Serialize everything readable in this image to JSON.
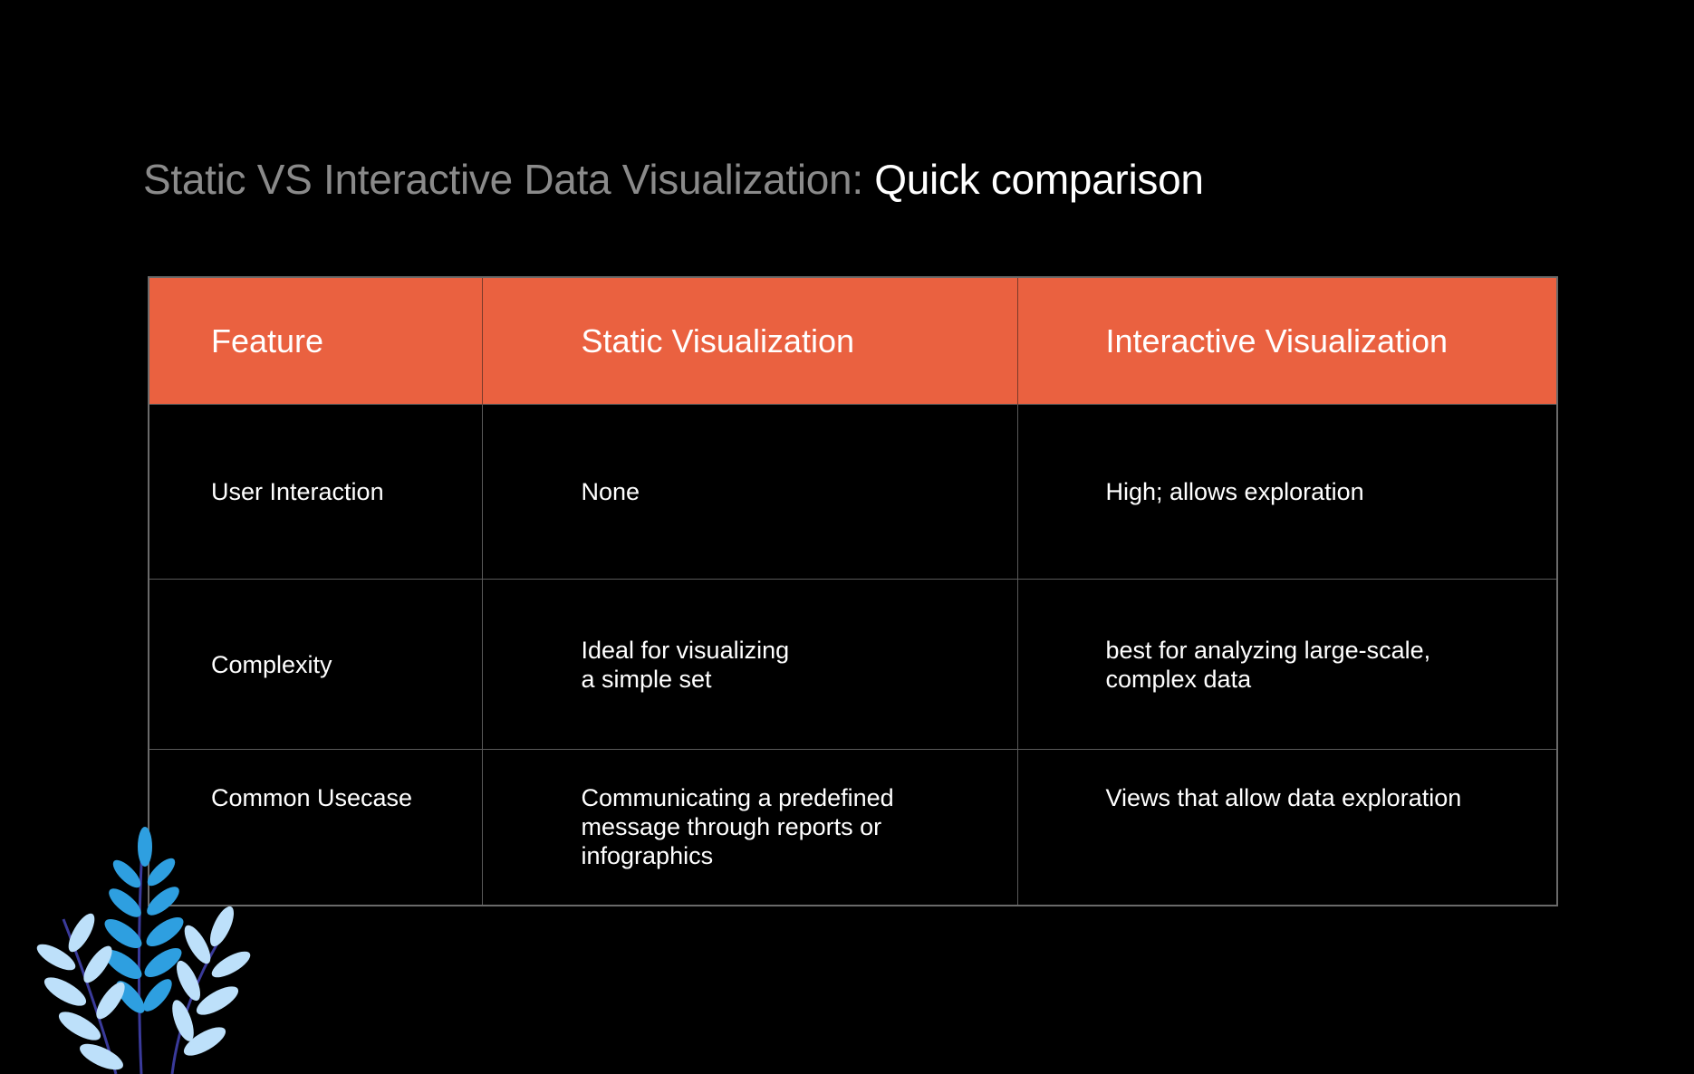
{
  "title": {
    "light": "Static VS Interactive Data Visualization: ",
    "strong": "Quick comparison"
  },
  "table": {
    "headers": [
      "Feature",
      "Static Visualization",
      "Interactive Visualization"
    ],
    "rows": [
      [
        "User Interaction",
        "None",
        "High; allows exploration"
      ],
      [
        "Complexity",
        "Ideal for visualizing\na simple set",
        "best for analyzing large-scale,\ncomplex data"
      ],
      [
        "Common Usecase",
        "Communicating a predefined\nmessage through reports or\ninfographics",
        "Views that allow data exploration"
      ]
    ]
  },
  "colors": {
    "background": "#000000",
    "header_fill": "#ea6140",
    "title_muted": "#8a8a8a",
    "leaf_dark": "#2e9fe0",
    "leaf_light": "#bde0fa",
    "stem": "#3a3a9a"
  },
  "decoration": {
    "icon": "plant-leaves-icon"
  }
}
